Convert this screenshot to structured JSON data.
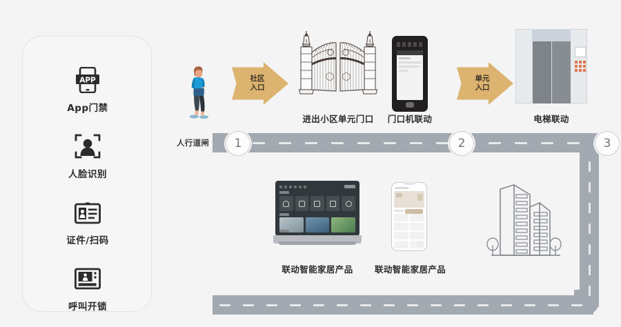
{
  "page": {
    "background_color": "#f4f4f4",
    "road_color": "#a3a9b0",
    "arrow_color": "#dcb36f",
    "accent_color": "#e2734a"
  },
  "sidebar": {
    "items": [
      {
        "icon": "app-phone-icon",
        "label": "App门禁"
      },
      {
        "icon": "face-recognition-icon",
        "label": "人脸识别"
      },
      {
        "icon": "id-card-scan-icon",
        "label": "证件/扫码"
      },
      {
        "icon": "intercom-unlock-icon",
        "label": "呼叫开锁"
      }
    ]
  },
  "flow": {
    "gate_label": "人行道闸",
    "steps": [
      {
        "badge": "1"
      },
      {
        "badge": "2"
      },
      {
        "badge": "3"
      }
    ],
    "arrows": [
      {
        "name": "community-entrance-arrow",
        "line1": "社区",
        "line2": "入口"
      },
      {
        "name": "unit-entrance-arrow",
        "line1": "单元",
        "line2": "入口"
      }
    ],
    "nodes": [
      {
        "name": "pedestrian",
        "caption": ""
      },
      {
        "name": "community-gate",
        "caption": "进出小区单元门口"
      },
      {
        "name": "door-station",
        "caption": "门口机联动"
      },
      {
        "name": "elevator",
        "caption": "电梯联动"
      },
      {
        "name": "smart-home-tablet",
        "caption": "联动智能家居产品"
      },
      {
        "name": "smart-home-phone",
        "caption": "联动智能家居产品"
      },
      {
        "name": "residential-buildings",
        "caption": ""
      }
    ]
  }
}
